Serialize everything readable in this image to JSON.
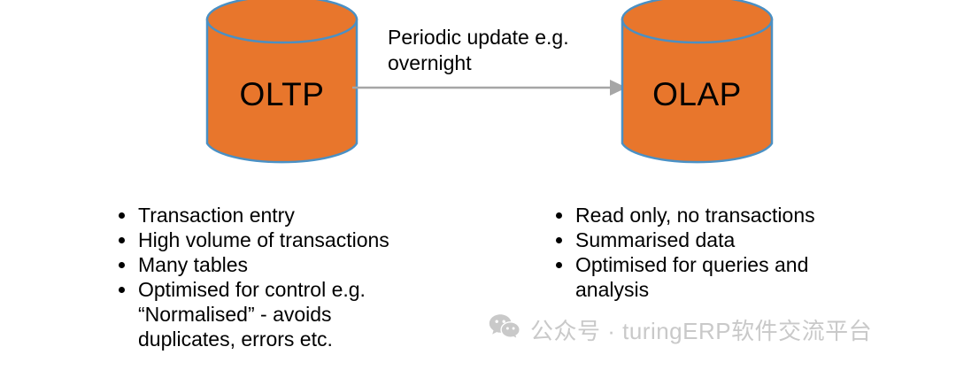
{
  "diagram": {
    "title_left": "OLTP",
    "title_right": "OLAP",
    "arrow_label": "Periodic update e.g. overnight",
    "colors": {
      "cylinder_fill": "#e8762c",
      "cylinder_stroke": "#4a90c4",
      "arrow": "#a6a6a6",
      "text": "#000000",
      "watermark": "#c9c9c9",
      "background": "#ffffff"
    },
    "left_bullets": [
      "Transaction entry",
      "High volume of transactions",
      "Many tables",
      "Optimised for control e.g. “Normalised” - avoids duplicates, errors etc."
    ],
    "right_bullets": [
      "Read only, no transactions",
      "Summarised data",
      "Optimised for queries and analysis"
    ]
  },
  "watermark": {
    "icon": "wechat-icon",
    "text": "公众号 · turingERP软件交流平台"
  }
}
